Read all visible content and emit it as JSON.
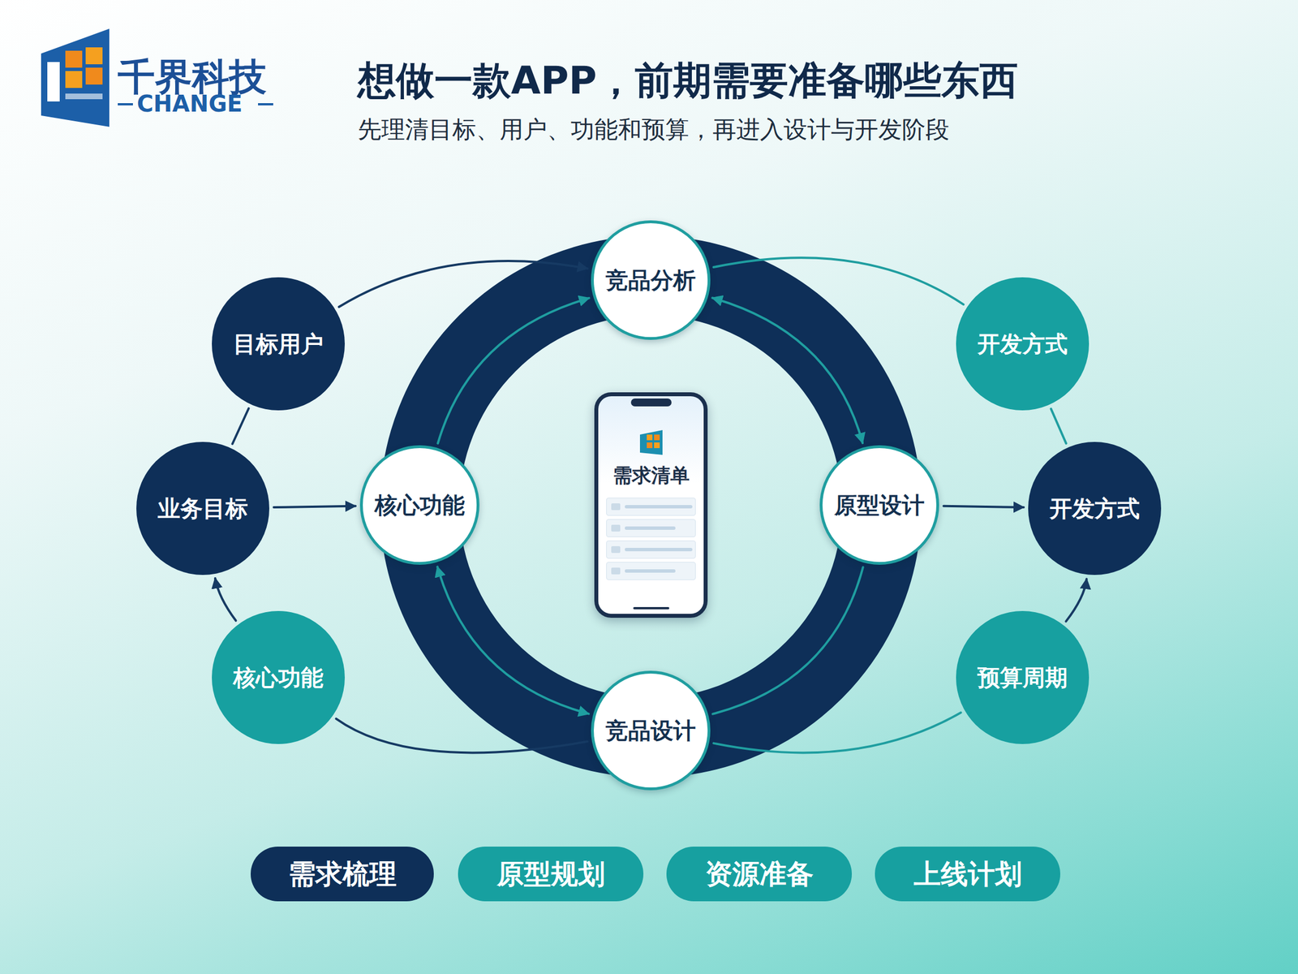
{
  "diagram": {
    "title": "想做一款APP，前期需要准备哪些东西",
    "caption": "先理清目标、用户、功能和预算，再进入设计与开发阶段",
    "nodes": [
      {
        "text": [
          "目标用户"
        ]
      },
      {
        "text": [
          "业务目标"
        ]
      },
      {
        "text": [
          "核心功能"
        ]
      },
      {
        "text": [
          "竞品分析"
        ]
      },
      {
        "text": [
          "核心功能"
        ]
      },
      {
        "text": [
          "需求清单"
        ]
      },
      {
        "text": [
          "原型设计"
        ]
      },
      {
        "text": [
          "竞品设计"
        ]
      },
      {
        "text": [
          "开发方式"
        ]
      },
      {
        "text": [
          "开发方式"
        ]
      },
      {
        "text": [
          "预算周期"
        ]
      },
      {
        "text": [
          "需求梳理"
        ]
      },
      {
        "text": [
          "原型规划"
        ]
      },
      {
        "text": [
          "资源准备"
        ]
      },
      {
        "text": [
          "上线计划"
        ]
      }
    ],
    "edges": [
      {
        "from": 0,
        "to": 1,
        "arrow": "none"
      },
      {
        "from": 0,
        "to": 3,
        "arrow": "to"
      },
      {
        "from": 2,
        "to": 1,
        "arrow": "to"
      },
      {
        "from": 2,
        "to": 7,
        "arrow": "none"
      },
      {
        "from": 1,
        "to": 4,
        "arrow": "to"
      },
      {
        "from": 4,
        "to": 3,
        "arrow": "to"
      },
      {
        "from": 3,
        "to": 6,
        "arrow": "both"
      },
      {
        "from": 6,
        "to": 7,
        "arrow": "none"
      },
      {
        "from": 7,
        "to": 4,
        "arrow": "both"
      },
      {
        "from": 6,
        "to": 9,
        "arrow": "to"
      },
      {
        "from": 3,
        "to": 8,
        "arrow": "none"
      },
      {
        "from": 8,
        "to": 9,
        "arrow": "none"
      },
      {
        "from": 10,
        "to": 9,
        "arrow": "to"
      },
      {
        "from": 7,
        "to": 10,
        "arrow": "none"
      }
    ],
    "labels": [
      "千界科技",
      "CHANGE"
    ]
  }
}
